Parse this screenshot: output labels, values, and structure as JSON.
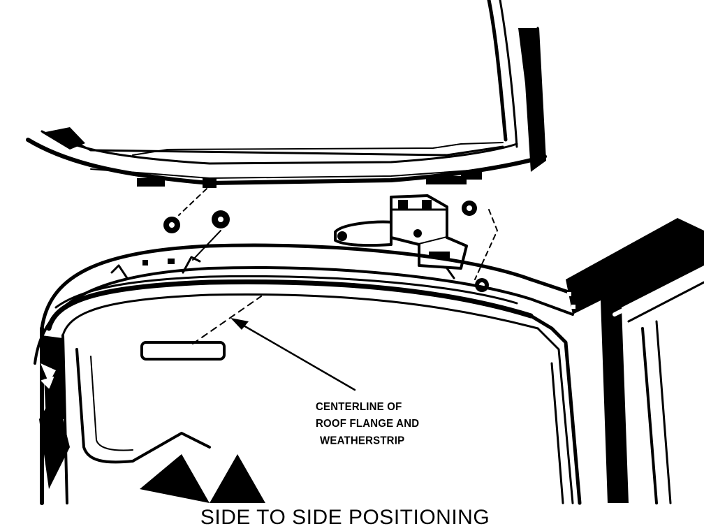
{
  "figure": {
    "callout_lines": [
      "CENTERLINE OF",
      "ROOF FLANGE AND",
      "WEATHERSTRIP"
    ],
    "caption": "SIDE TO SIDE POSITIONING"
  },
  "colors": {
    "ink": "#000000",
    "paper": "#ffffff"
  },
  "icons": {
    "leader_arrow": "arrow-icon"
  }
}
